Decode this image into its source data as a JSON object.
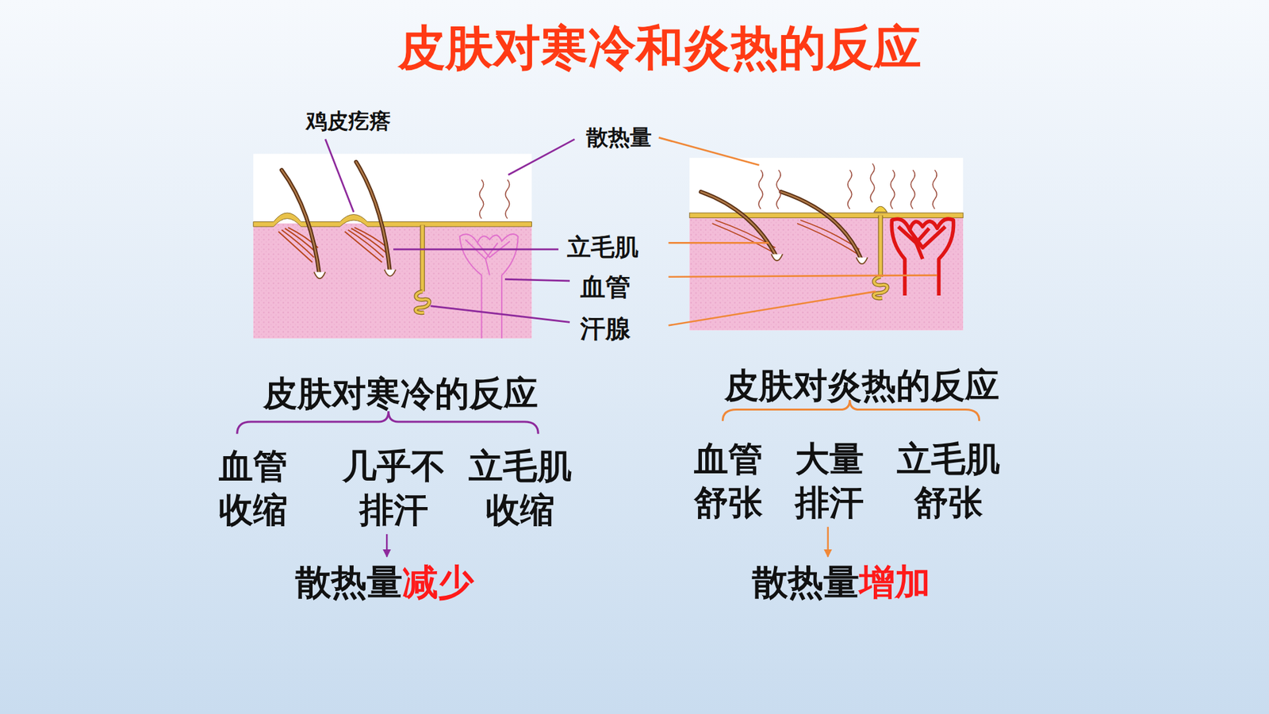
{
  "diagram": {
    "title": "皮肤对寒冷和炎热的反应",
    "nodes": [
      {
        "text": [
          "几乎不 排汗"
        ]
      },
      {
        "text": [
          "散热量",
          "减少"
        ]
      },
      {
        "text": [
          "大量 排汗"
        ]
      },
      {
        "text": [
          "散热量",
          "增加"
        ]
      }
    ],
    "edges": [
      {
        "from": 0,
        "to": 1,
        "arrow": "to"
      },
      {
        "from": 2,
        "to": 3,
        "arrow": "to"
      }
    ],
    "labels": [
      "鸡皮疙瘩",
      "散热量",
      "立毛肌",
      "血管",
      "汗腺",
      "皮肤对寒冷的反应",
      "血管 收缩",
      "立毛肌 收缩",
      "皮肤对炎热的反应",
      "血管 舒张",
      "立毛肌 舒张"
    ]
  }
}
